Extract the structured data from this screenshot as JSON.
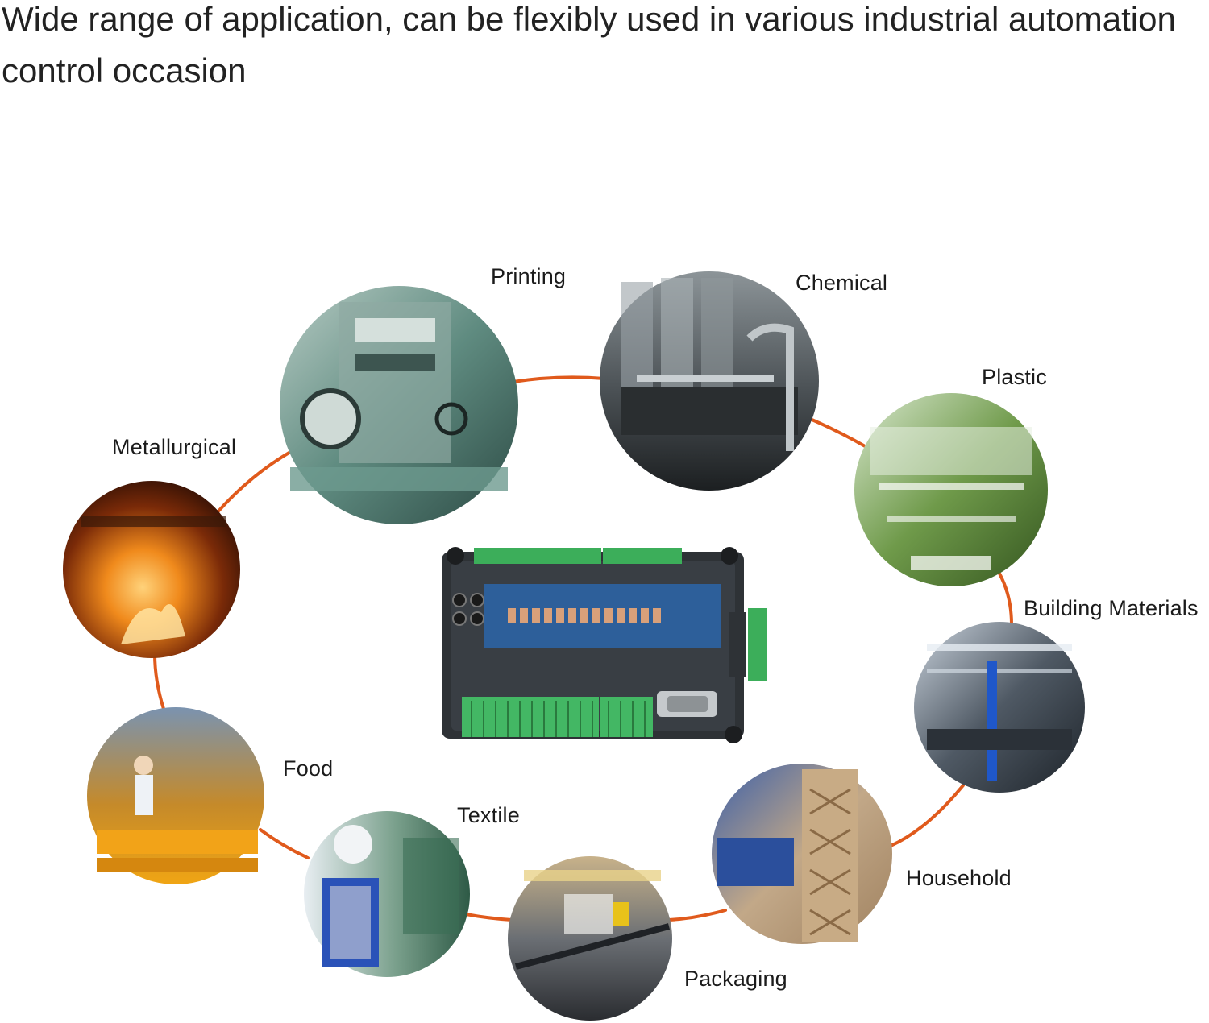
{
  "headline": "Wide range of application, can be flexibly used in various industrial automation control occasion",
  "accent_color": "#e05a1c",
  "industries": {
    "printing": "Printing",
    "chemical": "Chemical",
    "plastic": "Plastic",
    "metallurgical": "Metallurgical",
    "building_materials": "Building Materials",
    "food": "Food",
    "textile": "Textile",
    "household": "Household",
    "packaging": "Packaging"
  },
  "center_image": "plc-controller-board"
}
